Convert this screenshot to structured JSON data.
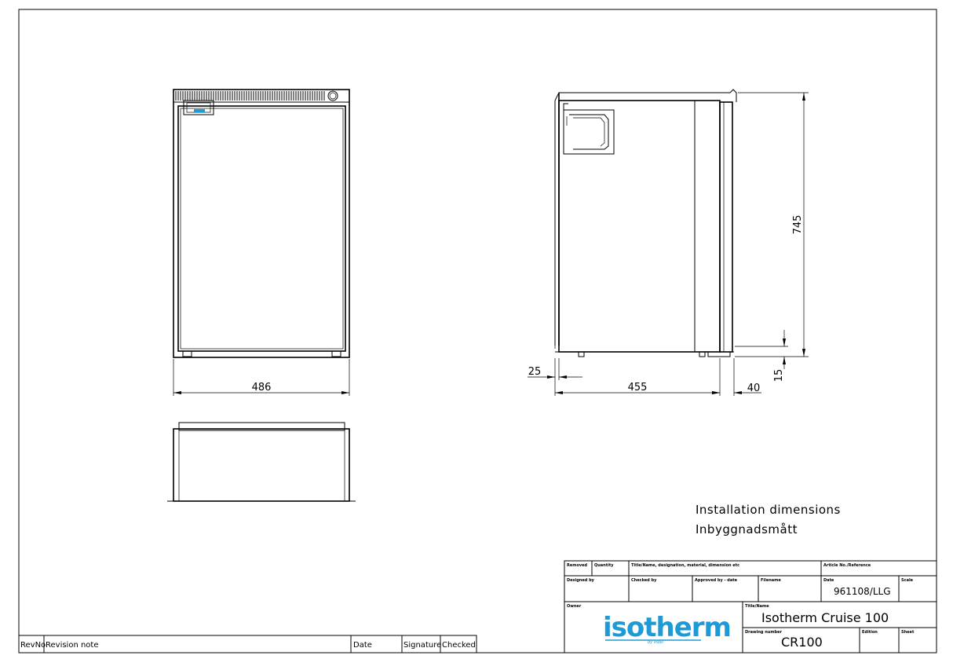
{
  "dimensions": {
    "width_front": "486",
    "height": "745",
    "depth_body": "455",
    "depth_door": "40",
    "rear_offset": "25",
    "foot_height": "15"
  },
  "notes": {
    "line1": "Installation dimensions",
    "line2": "Inbyggnadsmått"
  },
  "title_block": {
    "hdr_removed": "Removed",
    "hdr_quantity": "Quantity",
    "hdr_title": "Title/Name, designation, material, dimension etc",
    "hdr_article": "Article No./Reference",
    "hdr_designed": "Designed by",
    "hdr_checked": "Checked by",
    "hdr_approved": "Approved by - date",
    "hdr_filename": "Filename",
    "hdr_date": "Date",
    "hdr_scale": "Scale",
    "date_value": "961108/LLG",
    "hdr_owner": "Owner",
    "hdr_titlename": "Title/Name",
    "title_value": "Isotherm  Cruise  100",
    "hdr_drawing_number": "Drawing number",
    "drawing_number": "CR100",
    "hdr_edition": "Edition",
    "hdr_sheet": "Sheet",
    "logo_text": "isotherm",
    "logo_sub": "by indel"
  },
  "revision_block": {
    "revno": "RevNo",
    "revision_note": "Revision  note",
    "date": "Date",
    "signature": "Signature",
    "checked": "Checked"
  },
  "colors": {
    "logo": "#1e9ad6",
    "line": "#000000"
  }
}
